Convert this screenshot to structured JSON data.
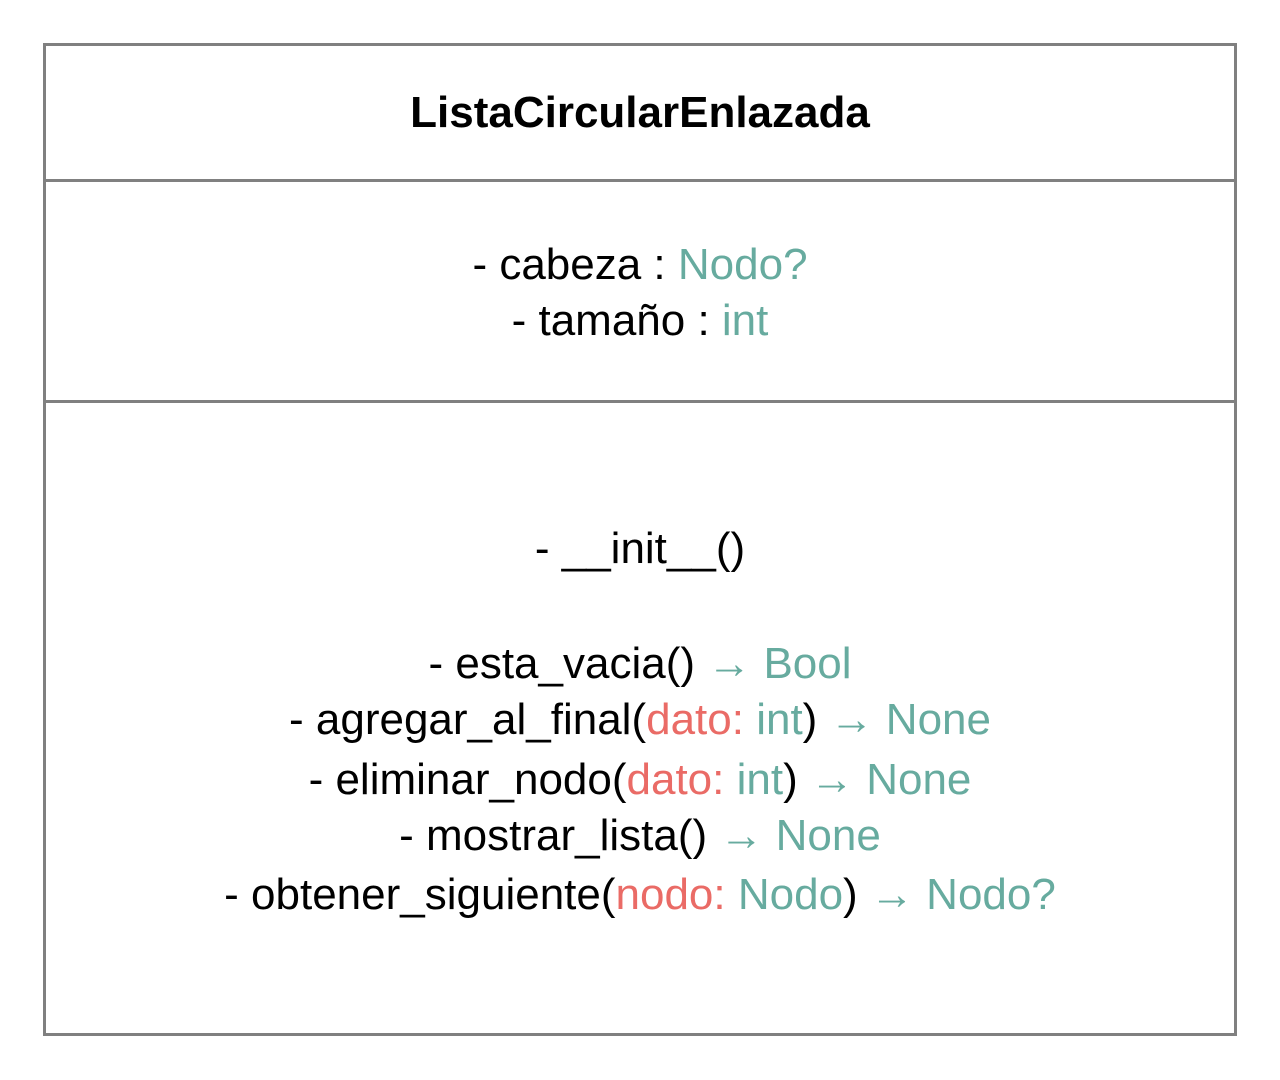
{
  "class": {
    "name": "ListaCircularEnlazada",
    "attributes": [
      {
        "prefix": "- cabeza : ",
        "type": "Nodo?"
      },
      {
        "prefix": "- tamaño : ",
        "type": "int"
      }
    ],
    "methods": [
      {
        "prefix": "- __init__()"
      },
      {
        "prefix": "- esta_vacia() ",
        "return": "→ Bool"
      },
      {
        "prefix": "- agregar_al_final(",
        "param": "dato:",
        "param_type": " int",
        "close": ") ",
        "return": "→ None"
      },
      {
        "prefix": "- eliminar_nodo(",
        "param": "dato:",
        "param_type": " int",
        "close": ") ",
        "return": "→ None"
      },
      {
        "prefix": "- mostrar_lista() ",
        "return": "→ None"
      },
      {
        "prefix": "- obtener_siguiente(",
        "param": "nodo:",
        "param_type": " Nodo",
        "close": ") ",
        "return": "→ Nodo?"
      }
    ]
  },
  "colors": {
    "border": "#808080",
    "type": "#67AB9F",
    "param": "#EA6B66",
    "text": "#000000"
  }
}
